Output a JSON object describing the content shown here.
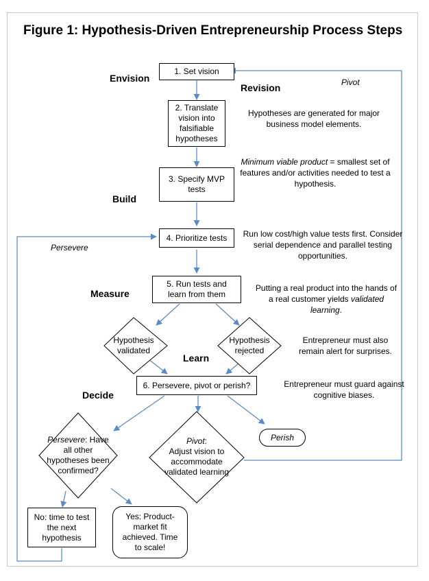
{
  "title": "Figure 1: Hypothesis-Driven Entrepreneurship Process Steps",
  "stages": {
    "envision": "Envision",
    "revision": "Revision",
    "build": "Build",
    "measure": "Measure",
    "learn": "Learn",
    "decide": "Decide"
  },
  "steps": {
    "set_vision": "1. Set vision",
    "translate": "2. Translate vision into falsifiable hypotheses",
    "specify_mvp": "3. Specify MVP tests",
    "prioritize": "4. Prioritize tests",
    "run_tests": "5. Run tests and learn from them",
    "decide": "6. Persevere, pivot or perish?"
  },
  "diamonds": {
    "validated_line1": "Hypothesis",
    "validated_line2": "validated",
    "rejected_line1": "Hypothesis",
    "rejected_line2": "rejected",
    "persevere_label": "Persevere",
    "persevere_rest1": ": Have all other",
    "persevere_rest2": "hypotheses been",
    "persevere_rest3": "confirmed?",
    "pivot_label": "Pivot",
    "pivot_rest1": ":",
    "pivot_rest2": "Adjust vision to",
    "pivot_rest3": "accommodate",
    "pivot_rest4": "validated learning"
  },
  "outcomes": {
    "perish": "Perish",
    "no_next": "No: time to test the next hypothesis",
    "yes_fit": "Yes: Product-market fit achieved.  Time to scale!"
  },
  "loop_labels": {
    "pivot": "Pivot",
    "persevere": "Persevere"
  },
  "notes": {
    "hypotheses": "Hypotheses are generated for major business model elements.",
    "mvp_term": "Minimum viable product",
    "mvp_rest": " = smallest set of features and/or activities needed to test a hypothesis.",
    "tests": "Run low cost/high value tests first. Consider serial dependence and parallel testing opportunities.",
    "product_a": "Putting a real product into the hands of a real customer yields ",
    "product_term": "validated learning",
    "product_end": ".",
    "surprises": "Entrepreneur must also remain alert for surprises.",
    "biases": "Entrepreneur must guard against cognitive biases."
  },
  "colors": {
    "arrow": "#5b8bc4",
    "border": "#000000",
    "frame": "#c8c8c8"
  }
}
